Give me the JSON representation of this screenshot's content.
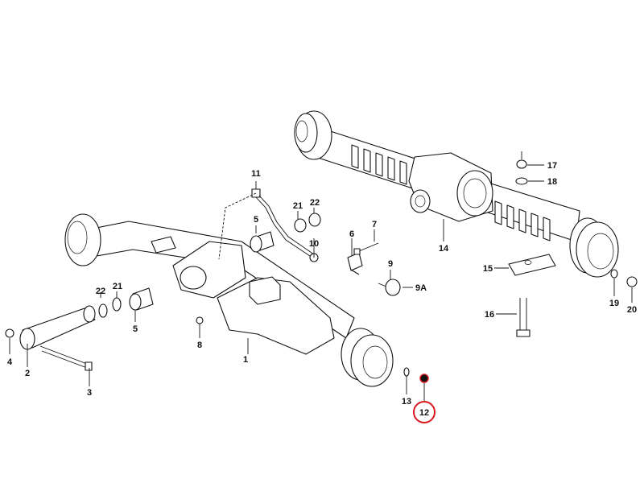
{
  "callouts": [
    {
      "id": "1",
      "label": "1"
    },
    {
      "id": "2",
      "label": "2"
    },
    {
      "id": "3",
      "label": "3"
    },
    {
      "id": "4",
      "label": "4"
    },
    {
      "id": "5a",
      "label": "5"
    },
    {
      "id": "5b",
      "label": "5"
    },
    {
      "id": "6",
      "label": "6"
    },
    {
      "id": "7",
      "label": "7"
    },
    {
      "id": "8",
      "label": "8"
    },
    {
      "id": "9",
      "label": "9"
    },
    {
      "id": "9A",
      "label": "9A"
    },
    {
      "id": "10",
      "label": "10"
    },
    {
      "id": "11",
      "label": "11"
    },
    {
      "id": "12",
      "label": "12"
    },
    {
      "id": "13",
      "label": "13"
    },
    {
      "id": "14",
      "label": "14"
    },
    {
      "id": "15",
      "label": "15"
    },
    {
      "id": "16",
      "label": "16"
    },
    {
      "id": "17",
      "label": "17"
    },
    {
      "id": "18",
      "label": "18"
    },
    {
      "id": "19",
      "label": "19"
    },
    {
      "id": "20",
      "label": "20"
    },
    {
      "id": "21a",
      "label": "21"
    },
    {
      "id": "21b",
      "label": "21"
    },
    {
      "id": "22a",
      "label": "22"
    },
    {
      "id": "22b",
      "label": "22"
    }
  ],
  "highlight": {
    "callout": "12",
    "color": "#d71920"
  }
}
